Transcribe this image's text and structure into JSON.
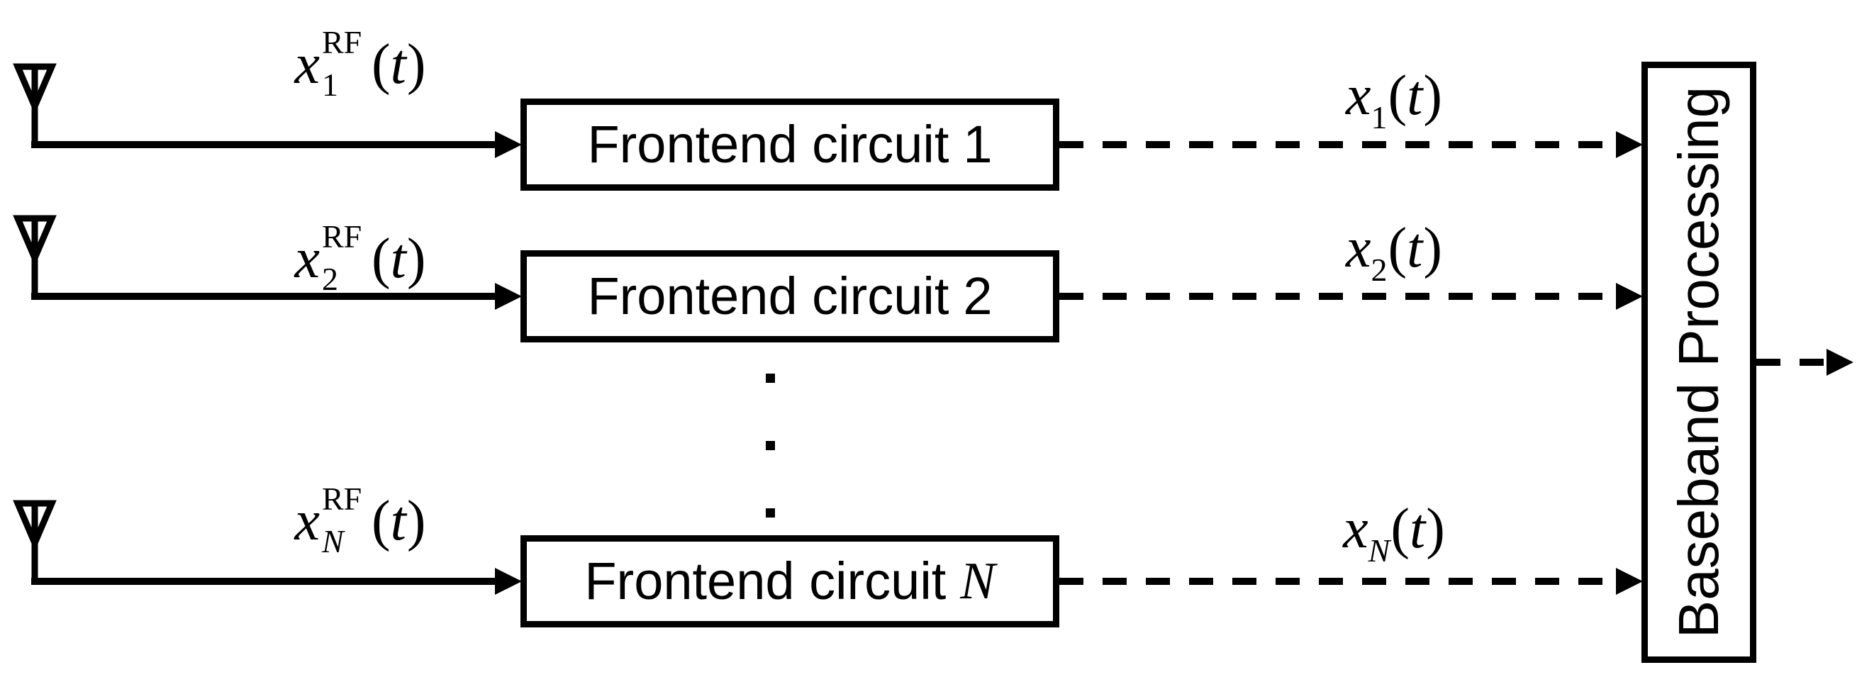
{
  "figure": {
    "type": "block-diagram",
    "colors": {
      "ink": "#000000",
      "background": "#ffffff"
    },
    "rows": [
      {
        "antenna_icon": "antenna-icon",
        "rf_signal": {
          "base": "x",
          "sup": "RF",
          "sub": "1",
          "open": "(",
          "var": "t",
          "close": ")"
        },
        "frontend_box": {
          "prefix": "Frontend circuit",
          "index": "1"
        },
        "baseband_input": {
          "base": "x",
          "sub": "1",
          "open": "(",
          "var": "t",
          "close": ")"
        }
      },
      {
        "antenna_icon": "antenna-icon",
        "rf_signal": {
          "base": "x",
          "sup": "RF",
          "sub": "2",
          "open": "(",
          "var": "t",
          "close": ")"
        },
        "frontend_box": {
          "prefix": "Frontend circuit",
          "index": "2"
        },
        "baseband_input": {
          "base": "x",
          "sub": "2",
          "open": "(",
          "var": "t",
          "close": ")"
        }
      },
      {
        "antenna_icon": "antenna-icon",
        "rf_signal": {
          "base": "x",
          "sup": "RF",
          "sub": "N",
          "open": "(",
          "var": "t",
          "close": ")"
        },
        "frontend_box": {
          "prefix": "Frontend circuit",
          "index": "N"
        },
        "baseband_input": {
          "base": "x",
          "sub": "N",
          "open": "(",
          "var": "t",
          "close": ")"
        }
      }
    ],
    "ellipsis": {
      "icon": "vertical-ellipsis",
      "dots": 3
    },
    "baseband_box": {
      "label": "Baseband Processing"
    }
  }
}
